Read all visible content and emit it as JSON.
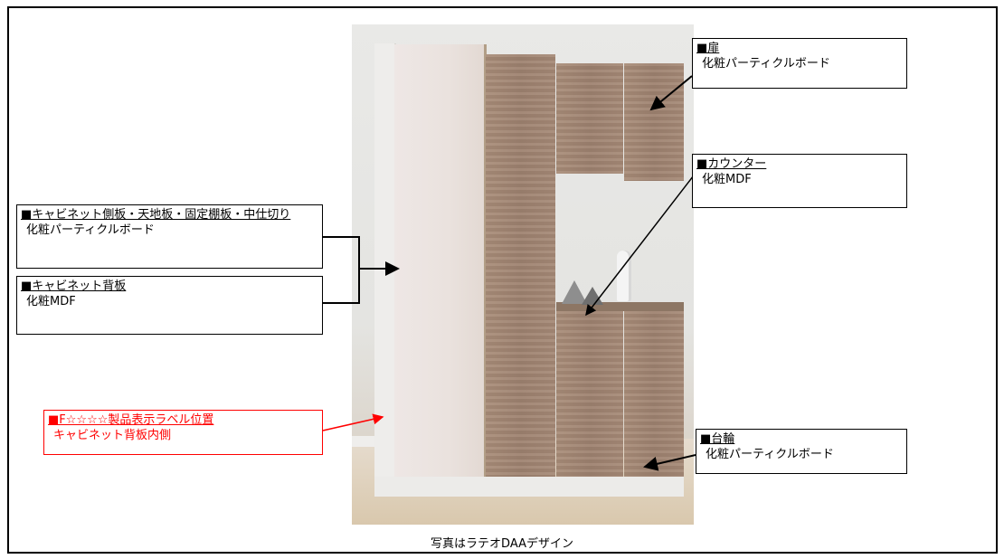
{
  "labels": {
    "door": {
      "title": "■扉",
      "material": "化粧パーティクルボード"
    },
    "counter": {
      "title": "■カウンター",
      "material": "化粧MDF"
    },
    "cabinet_side": {
      "title": "■キャビネット側板・天地板・固定棚板・中仕切り",
      "material": "化粧パーティクルボード"
    },
    "cabinet_back": {
      "title": "■キャビネット背板",
      "material": "化粧MDF"
    },
    "label_position": {
      "title": "■F☆☆☆☆製品表示ラベル位置",
      "material": "キャビネット背板内側"
    },
    "base": {
      "title": "■台輪",
      "material": "化粧パーティクルボード"
    }
  },
  "caption": "写真はラテオDAAデザイン",
  "colors": {
    "annotation": "#ff0000",
    "line": "#000000",
    "wood": "#a08472"
  }
}
